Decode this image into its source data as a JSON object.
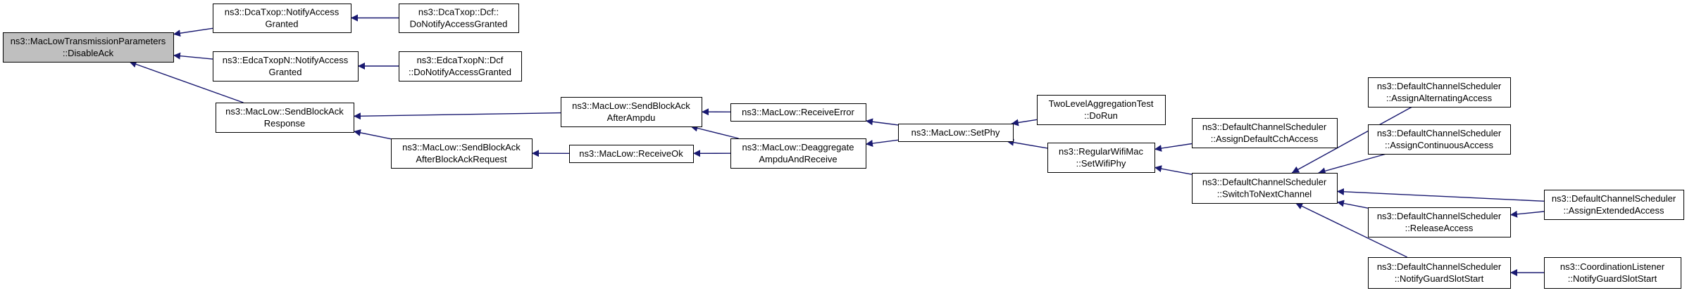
{
  "colors": {
    "node_fill": "#ffffff",
    "node_stroke": "#000000",
    "root_fill": "#bfbfbf",
    "edge": "#191970"
  },
  "nodes": [
    {
      "id": "disableack",
      "lines": [
        "ns3::MacLowTransmissionParameters",
        "::DisableAck"
      ],
      "root": true
    },
    {
      "id": "dca_notify",
      "lines": [
        "ns3::DcaTxop::NotifyAccess",
        "Granted"
      ]
    },
    {
      "id": "dca_dcf",
      "lines": [
        "ns3::DcaTxop::Dcf::",
        "DoNotifyAccessGranted"
      ]
    },
    {
      "id": "edca_notify",
      "lines": [
        "ns3::EdcaTxopN::NotifyAccess",
        "Granted"
      ]
    },
    {
      "id": "edca_dcf",
      "lines": [
        "ns3::EdcaTxopN::Dcf",
        "::DoNotifyAccessGranted"
      ]
    },
    {
      "id": "sendbaresp",
      "lines": [
        "ns3::MacLow::SendBlockAck",
        "Response"
      ]
    },
    {
      "id": "sendba_ampdu",
      "lines": [
        "ns3::MacLow::SendBlockAck",
        "AfterAmpdu"
      ]
    },
    {
      "id": "sendba_req",
      "lines": [
        "ns3::MacLow::SendBlockAck",
        "AfterBlockAckRequest"
      ]
    },
    {
      "id": "receiveok",
      "lines": [
        "ns3::MacLow::ReceiveOk"
      ]
    },
    {
      "id": "receiveerror",
      "lines": [
        "ns3::MacLow::ReceiveError"
      ]
    },
    {
      "id": "deaggregate",
      "lines": [
        "ns3::MacLow::Deaggregate",
        "AmpduAndReceive"
      ]
    },
    {
      "id": "setphy",
      "lines": [
        "ns3::MacLow::SetPhy"
      ]
    },
    {
      "id": "twolevel",
      "lines": [
        "TwoLevelAggregationTest",
        "::DoRun"
      ]
    },
    {
      "id": "regularwifi",
      "lines": [
        "ns3::RegularWifiMac",
        "::SetWifiPhy"
      ]
    },
    {
      "id": "assigndefault",
      "lines": [
        "ns3::DefaultChannelScheduler",
        "::AssignDefaultCchAccess"
      ]
    },
    {
      "id": "switchnext",
      "lines": [
        "ns3::DefaultChannelScheduler",
        "::SwitchToNextChannel"
      ]
    },
    {
      "id": "assignalt",
      "lines": [
        "ns3::DefaultChannelScheduler",
        "::AssignAlternatingAccess"
      ]
    },
    {
      "id": "assigncont",
      "lines": [
        "ns3::DefaultChannelScheduler",
        "::AssignContinuousAccess"
      ]
    },
    {
      "id": "release",
      "lines": [
        "ns3::DefaultChannelScheduler",
        "::ReleaseAccess"
      ]
    },
    {
      "id": "guardslot",
      "lines": [
        "ns3::DefaultChannelScheduler",
        "::NotifyGuardSlotStart"
      ]
    },
    {
      "id": "assignext",
      "lines": [
        "ns3::DefaultChannelScheduler",
        "::AssignExtendedAccess"
      ]
    },
    {
      "id": "coordguard",
      "lines": [
        "ns3::CoordinationListener",
        "::NotifyGuardSlotStart"
      ]
    }
  ],
  "edges": [
    {
      "from": "dca_notify",
      "to": "disableack"
    },
    {
      "from": "edca_notify",
      "to": "disableack"
    },
    {
      "from": "sendbaresp",
      "to": "disableack"
    },
    {
      "from": "dca_dcf",
      "to": "dca_notify"
    },
    {
      "from": "edca_dcf",
      "to": "edca_notify"
    },
    {
      "from": "sendba_ampdu",
      "to": "sendbaresp"
    },
    {
      "from": "sendba_req",
      "to": "sendbaresp"
    },
    {
      "from": "receiveok",
      "to": "sendba_req"
    },
    {
      "from": "receiveerror",
      "to": "sendba_ampdu"
    },
    {
      "from": "deaggregate",
      "to": "sendba_ampdu"
    },
    {
      "from": "deaggregate",
      "to": "receiveok"
    },
    {
      "from": "setphy",
      "to": "receiveerror"
    },
    {
      "from": "setphy",
      "to": "deaggregate"
    },
    {
      "from": "twolevel",
      "to": "setphy"
    },
    {
      "from": "regularwifi",
      "to": "setphy"
    },
    {
      "from": "assigndefault",
      "to": "regularwifi"
    },
    {
      "from": "switchnext",
      "to": "regularwifi"
    },
    {
      "from": "assignalt",
      "to": "switchnext"
    },
    {
      "from": "assigncont",
      "to": "switchnext"
    },
    {
      "from": "assignext",
      "to": "switchnext"
    },
    {
      "from": "release",
      "to": "switchnext"
    },
    {
      "from": "guardslot",
      "to": "switchnext"
    },
    {
      "from": "assignext",
      "to": "release"
    },
    {
      "from": "coordguard",
      "to": "guardslot"
    }
  ]
}
